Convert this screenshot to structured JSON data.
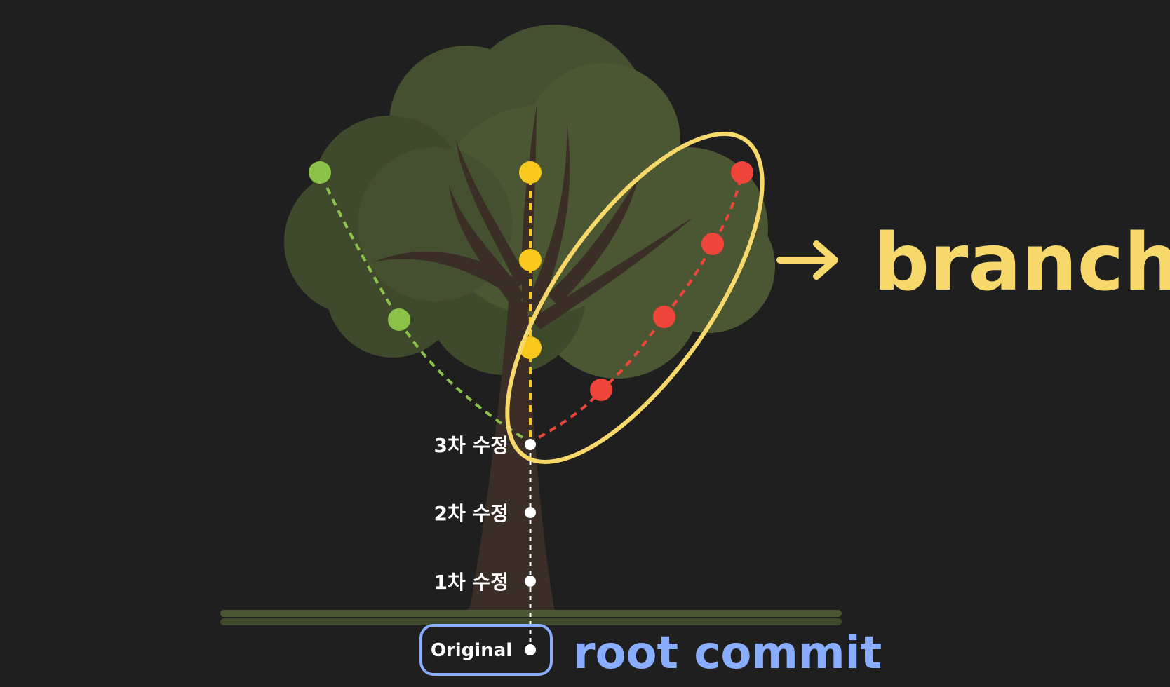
{
  "labels": {
    "branch": "branch",
    "root_commit": "root commit",
    "original": "Original",
    "commit_1": "1차 수정",
    "commit_2": "2차 수정",
    "commit_3": "3차 수정"
  },
  "colors": {
    "background": "#1f1f1f",
    "foliage_dark": "#3f4a2c",
    "foliage_light": "#4b5733",
    "trunk": "#3a2e27",
    "ground": "#4b5733",
    "green_branch": "#8bc34a",
    "yellow_branch": "#f9c81e",
    "red_branch": "#f0453a",
    "highlight": "#f7d86a",
    "root_commit": "#8aaeff",
    "commit_node": "#ffffff"
  },
  "diagram": {
    "main_line_commits": [
      "Original",
      "1차 수정",
      "2차 수정",
      "3차 수정"
    ],
    "branches": [
      {
        "color": "green",
        "commits": 2
      },
      {
        "color": "yellow",
        "commits": 3
      },
      {
        "color": "red",
        "commits": 4
      }
    ],
    "highlighted_branch": "red"
  }
}
